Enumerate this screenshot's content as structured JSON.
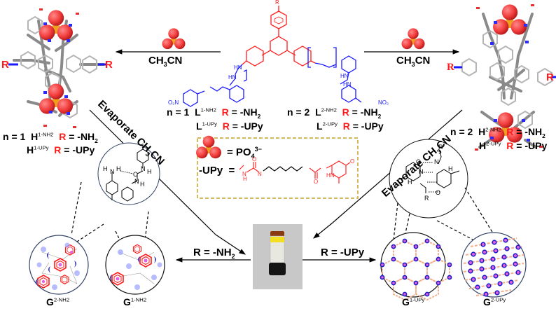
{
  "figure": {
    "center_ligand": {
      "substituent_top": "R",
      "ligands": [
        {
          "n_label": "n = 1",
          "name_main": "L",
          "sup_a": "1-NH2",
          "r_a": "R",
          "eq_a": " = -NH",
          "sub_a": "2",
          "sup_b": "1-UPy",
          "r_b": "R",
          "eq_b": " = -UPy"
        },
        {
          "n_label": "n = 2",
          "name_main": "L",
          "sup_a": "2-NH2",
          "r_a": "R",
          "eq_a": " = -NH",
          "sub_a": "2",
          "sup_b": "2-UPy",
          "r_b": "R",
          "eq_b": " = -UPy"
        }
      ],
      "atom_labels": {
        "nitro": "O₂N",
        "nitro_right": "NO₂",
        "nh": "HN",
        "n": "N",
        "h": "H",
        "o": "O",
        "n_subscript": "n"
      }
    },
    "arrows": {
      "left_condition": "CH",
      "left_condition_sub": "3",
      "left_condition_tail": "CN",
      "right_condition": "CH",
      "right_condition_sub": "3",
      "right_condition_tail": "CN",
      "evaporate_left": "Evaporate CH",
      "evaporate_left_sub": "3",
      "evaporate_left_tail": "CN",
      "evaporate_right": "Evaporate CH",
      "evaporate_right_sub": "3",
      "evaporate_right_tail": "CN",
      "r_nh2_label": "R = -NH",
      "r_nh2_sub": "2",
      "r_upy_label": "R = -UPy"
    },
    "helicates": [
      {
        "n_label": "n = 1",
        "name": "H",
        "sup_a": "1-NH2",
        "r_a": "R",
        "eq_a": " = -NH",
        "sub_a": "2",
        "sup_b": "1-UPy",
        "r_b": "R",
        "eq_b": " = -UPy",
        "side_r": "R"
      },
      {
        "n_label": "n = 2",
        "name": "H",
        "sup_a": "2-NH2",
        "r_a": "R",
        "eq_a": " = -NH",
        "sub_a": "2",
        "sup_b": "2-UPy",
        "r_b": "R",
        "eq_b": " = -UPy",
        "side_r": "R"
      }
    ],
    "legend": {
      "phosphate_eq": "= PO",
      "phosphate_sub": "4",
      "phosphate_sup": "3−",
      "upy_label": "-UPy",
      "upy_eq": "=",
      "upy_atoms": {
        "nh": "N",
        "h": "H",
        "o": "O",
        "n": "N",
        "hn": "HN"
      }
    },
    "gels": [
      {
        "name": "G",
        "sup": "2-NH2"
      },
      {
        "name": "G",
        "sup": "1-NH2"
      },
      {
        "name": "G",
        "sup": "1-UPy"
      },
      {
        "name": "G",
        "sup": "2-UPy"
      }
    ],
    "hbond_left": {
      "h": "H",
      "n": "N",
      "o": "O"
    },
    "hbond_right": {
      "r": "R",
      "h": "H",
      "n": "N",
      "o": "O"
    },
    "colors": {
      "ligand_core": "#ff1a1a",
      "ligand_arms": "#1a1aff",
      "phosphate_red": "#f23c3c",
      "phosphorus_orange": "#f0a020",
      "legend_border": "#c9a227",
      "upy_red": "#ff2a2a",
      "gel_blue": "#1e1ecc",
      "gel_pink": "#e060e0",
      "link_orange": "#f4b08c",
      "circle_outline": "#334466"
    }
  }
}
